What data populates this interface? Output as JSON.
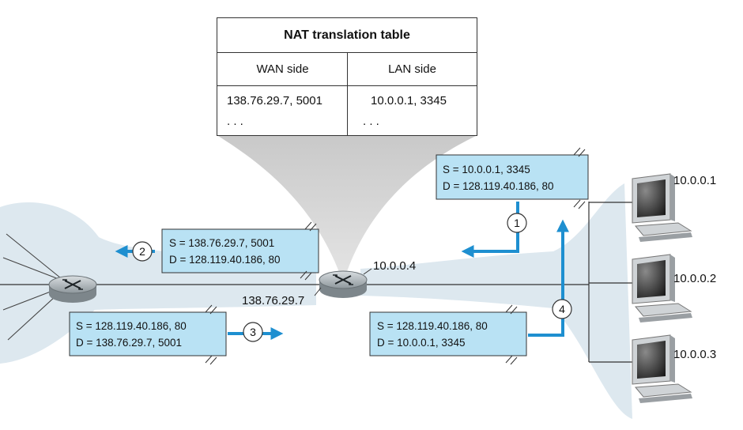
{
  "nat_table": {
    "title": "NAT translation table",
    "wan_header": "WAN side",
    "lan_header": "LAN side",
    "wan_entry": "138.76.29.7, 5001",
    "lan_entry": "10.0.0.1, 3345",
    "wan_more": ". . .",
    "lan_more": ". . ."
  },
  "packets": [
    {
      "step": "1",
      "source": "S = 10.0.0.1, 3345",
      "dest": "D = 128.119.40.186, 80"
    },
    {
      "step": "2",
      "source": "S = 138.76.29.7, 5001",
      "dest": "D = 128.119.40.186, 80"
    },
    {
      "step": "3",
      "source": "S = 128.119.40.186, 80",
      "dest": "D = 138.76.29.7, 5001"
    },
    {
      "step": "4",
      "source": "S = 128.119.40.186, 80",
      "dest": "D = 10.0.0.1, 3345"
    }
  ],
  "addresses": {
    "router_lan": "10.0.0.4",
    "router_wan": "138.76.29.7",
    "host_1": "10.0.0.1",
    "host_2": "10.0.0.2",
    "host_3": "10.0.0.3"
  },
  "colors": {
    "packet_fill": "#b9e2f4",
    "arrow": "#1e8fd0",
    "network_cloud": "#d9e6ef",
    "router": "#9aa3a8"
  }
}
